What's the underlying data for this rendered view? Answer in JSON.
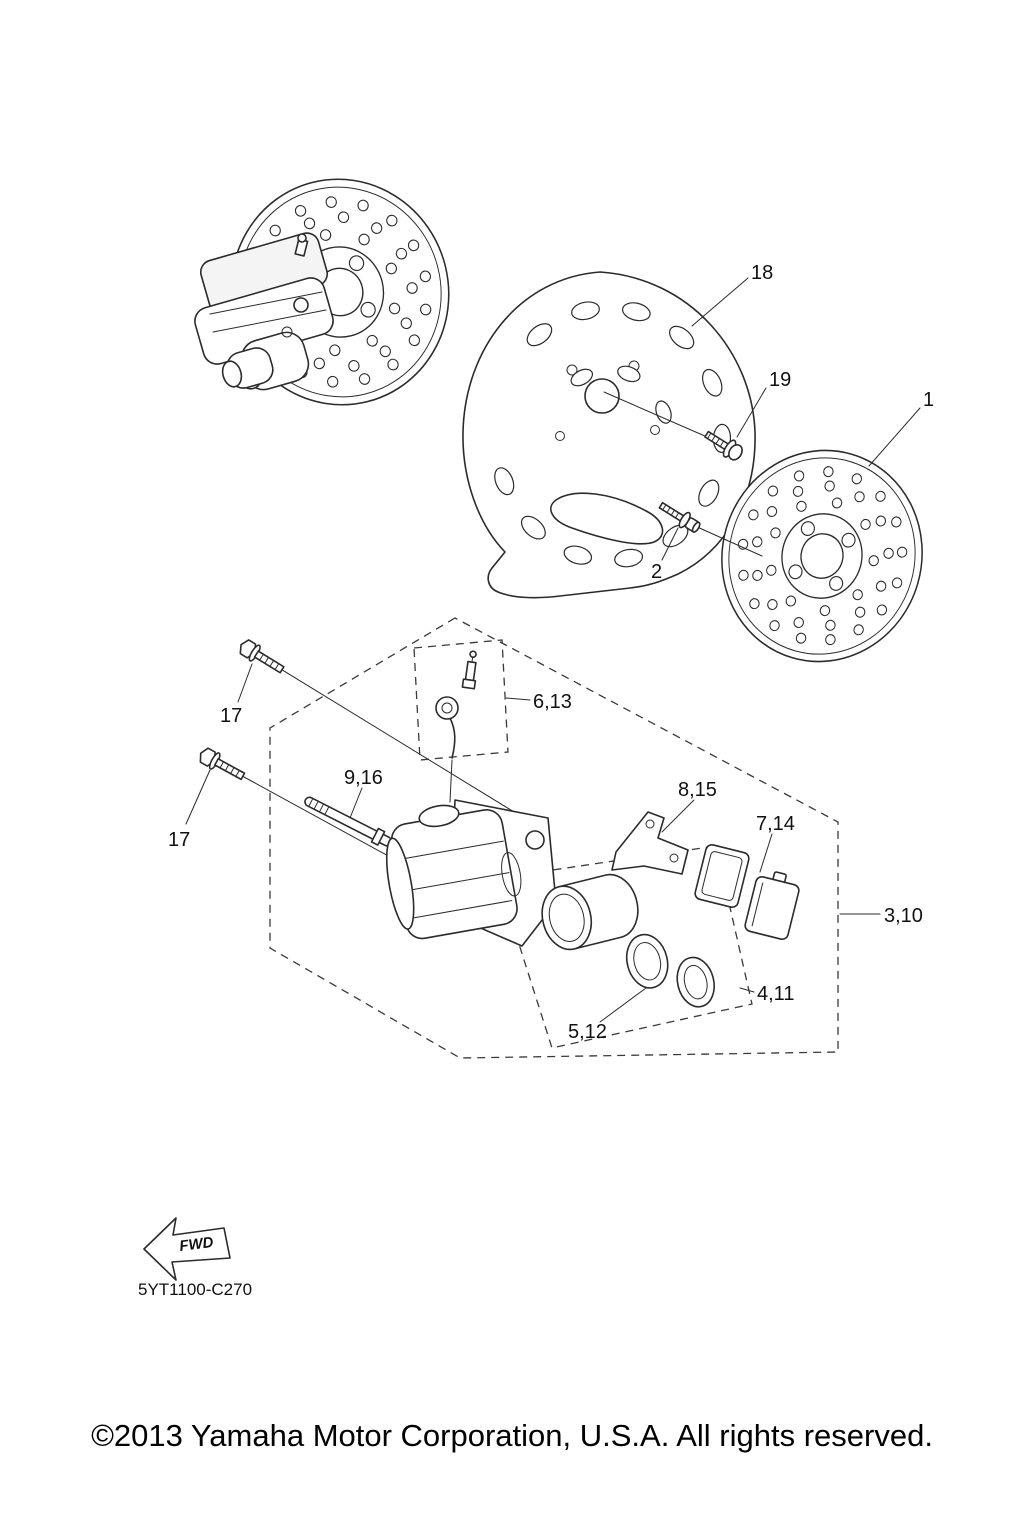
{
  "callouts": {
    "c18": "18",
    "c19": "19",
    "c1": "1",
    "c2": "2",
    "c613": "6,13",
    "c17a": "17",
    "c17b": "17",
    "c916": "9,16",
    "c815": "8,15",
    "c714": "7,14",
    "c310": "3,10",
    "c411": "4,11",
    "c512": "5,12"
  },
  "fwd": {
    "label": "FWD"
  },
  "footer": {
    "drawing_code": "5YT1100-C270",
    "copyright": "©2013 Yamaha Motor Corporation, U.S.A. All rights reserved."
  }
}
